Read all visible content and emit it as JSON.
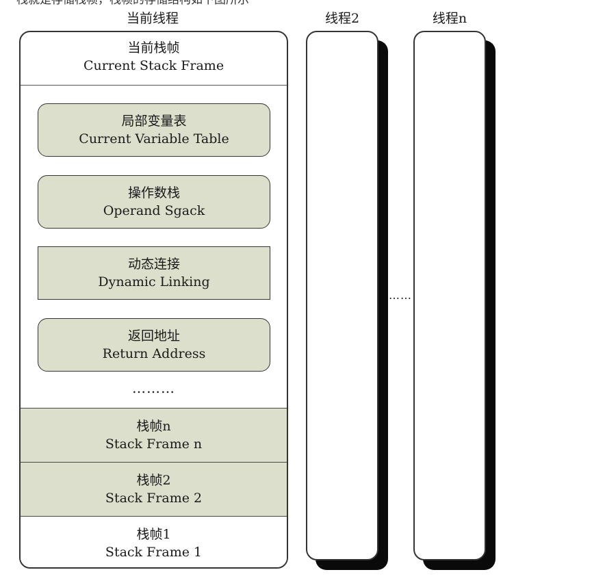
{
  "caption": "栈就是存储栈帧，栈帧的存储结构如下图所示",
  "threads": {
    "current_label": "当前线程",
    "thread2_label": "线程2",
    "threadn_label": "线程n",
    "between_dots": "……"
  },
  "current_frame": {
    "zh": "当前栈帧",
    "en": "Current Stack Frame"
  },
  "parts": [
    {
      "zh": "局部变量表",
      "en": "Current Variable Table"
    },
    {
      "zh": "操作数栈",
      "en": "Operand Sgack"
    },
    {
      "zh": "动态连接",
      "en": "Dynamic Linking"
    },
    {
      "zh": "返回地址",
      "en": "Return Address"
    }
  ],
  "inner_dots": "………",
  "frames": [
    {
      "zh": "栈帧n",
      "en": "Stack Frame n"
    },
    {
      "zh": "栈帧2",
      "en": "Stack Frame 2"
    },
    {
      "zh": "栈帧1",
      "en": "Stack Frame 1"
    }
  ]
}
